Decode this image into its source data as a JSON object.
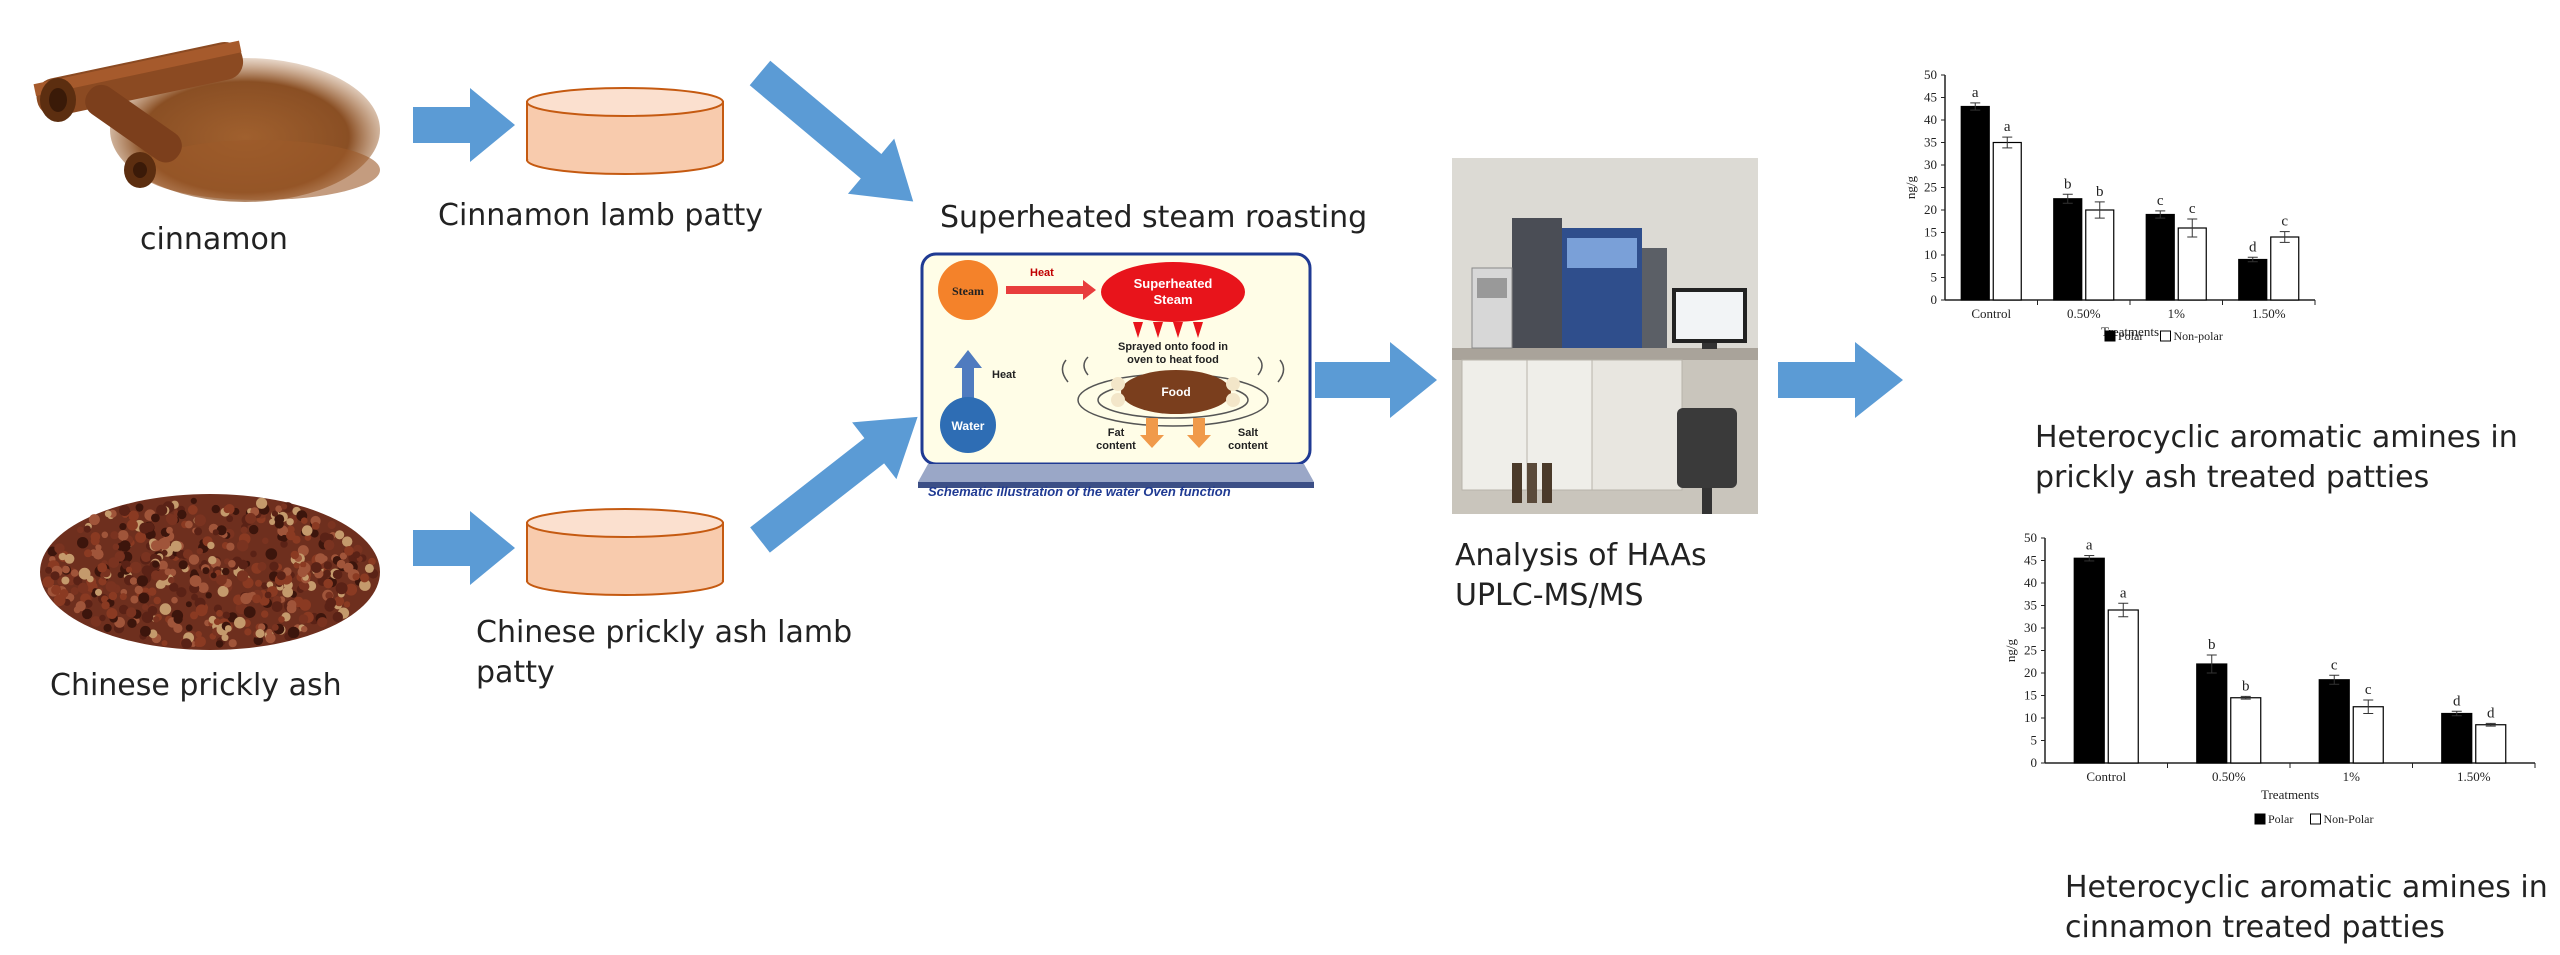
{
  "labels": {
    "cinnamon": "cinnamon",
    "prickly_ash": "Chinese prickly ash",
    "cinnamon_patty": "Cinnamon lamb patty",
    "prickly_patty_1": "Chinese prickly ash  lamb",
    "prickly_patty_2": "patty",
    "roasting": "Superheated steam roasting",
    "analysis_1": "Analysis of HAAs",
    "analysis_2": "UPLC-MS/MS",
    "caption1_1": "Heterocyclic aromatic amines in",
    "caption1_2": "prickly ash treated patties",
    "caption2_1": "Heterocyclic aromatic amines in",
    "caption2_2": "cinnamon treated patties"
  },
  "oven": {
    "steam": "Steam",
    "heat_arrow": "Heat",
    "superheated_1": "Superheated",
    "superheated_2": "Steam",
    "sprayed_1": "Sprayed onto food in",
    "sprayed_2": "oven to heat food",
    "heat": "Heat",
    "food": "Food",
    "water": "Water",
    "fat_1": "Fat",
    "fat_2": "content",
    "salt_1": "Salt",
    "salt_2": "content",
    "caption": "Schematic illustration of the water Oven function"
  },
  "colors": {
    "arrow": "#5b9bd5",
    "patty_fill": "#f8cbad",
    "patty_stroke": "#c55a11",
    "polar": "#000000",
    "nonpolar": "#ffffff",
    "oven_bg": "#fffde7",
    "oven_border": "#1f3a93"
  },
  "chart_data": [
    {
      "type": "bar",
      "categories": [
        "Control",
        "0.50%",
        "1%",
        "1.50%"
      ],
      "series": [
        {
          "name": "Polar",
          "values": [
            43,
            22.5,
            19,
            9
          ],
          "errors": [
            0.8,
            1,
            0.8,
            0.5
          ],
          "letters": [
            "a",
            "b",
            "c",
            "d"
          ]
        },
        {
          "name": "Non-polar",
          "values": [
            35,
            20,
            16,
            14
          ],
          "errors": [
            1.2,
            1.8,
            2,
            1.2
          ],
          "letters": [
            "a",
            "b",
            "c",
            "c"
          ]
        }
      ],
      "ylabel": "ng/g",
      "xlabel": "Treatments",
      "ylim": [
        0,
        50
      ],
      "yticks": [
        "0",
        "5",
        "10",
        "15",
        "20",
        "25",
        "30",
        "35",
        "40",
        "45",
        "50"
      ],
      "legend": "bottom"
    },
    {
      "type": "bar",
      "categories": [
        "Control",
        "0.50%",
        "1%",
        "1.50%"
      ],
      "series": [
        {
          "name": "Polar",
          "values": [
            45.5,
            22,
            18.5,
            11
          ],
          "errors": [
            0.6,
            2,
            1,
            0.5
          ],
          "letters": [
            "a",
            "b",
            "c",
            "d"
          ]
        },
        {
          "name": "Non-Polar",
          "values": [
            34,
            14.5,
            12.5,
            8.5
          ],
          "errors": [
            1.5,
            0.3,
            1.5,
            0.3
          ],
          "letters": [
            "a",
            "b",
            "c",
            "d"
          ]
        }
      ],
      "ylabel": "ng/g",
      "xlabel": "Treatments",
      "ylim": [
        0,
        50
      ],
      "yticks": [
        "0",
        "5",
        "10",
        "15",
        "20",
        "25",
        "30",
        "35",
        "40",
        "45",
        "50"
      ],
      "legend": "bottom"
    }
  ]
}
